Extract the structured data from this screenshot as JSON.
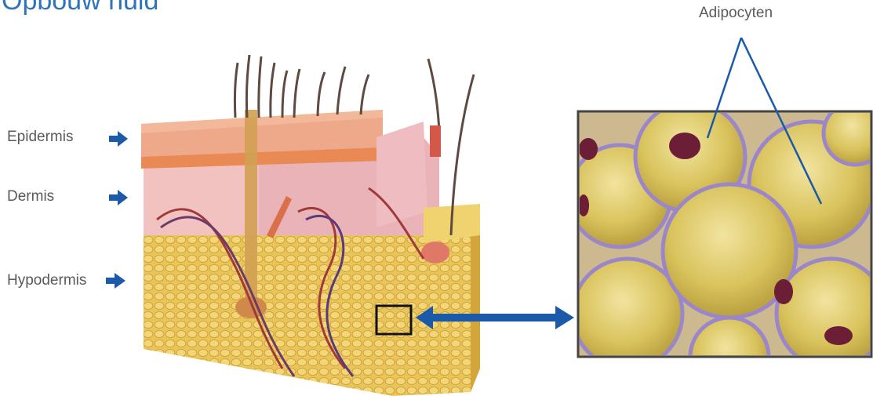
{
  "title": "Opbouw huid",
  "layers": [
    {
      "label": "Epidermis"
    },
    {
      "label": "Dermis"
    },
    {
      "label": "Hypodermis"
    }
  ],
  "adipocytes_label": "Adipocyten",
  "colors": {
    "title": "#2f73b8",
    "arrow": "#1b5aa8",
    "label_text": "#5a5a5a",
    "epidermis": "#e9a07a",
    "dermis": "#f2c2c0",
    "hypodermis": "#e8c45a",
    "fat_cell": "#e6d57a"
  }
}
